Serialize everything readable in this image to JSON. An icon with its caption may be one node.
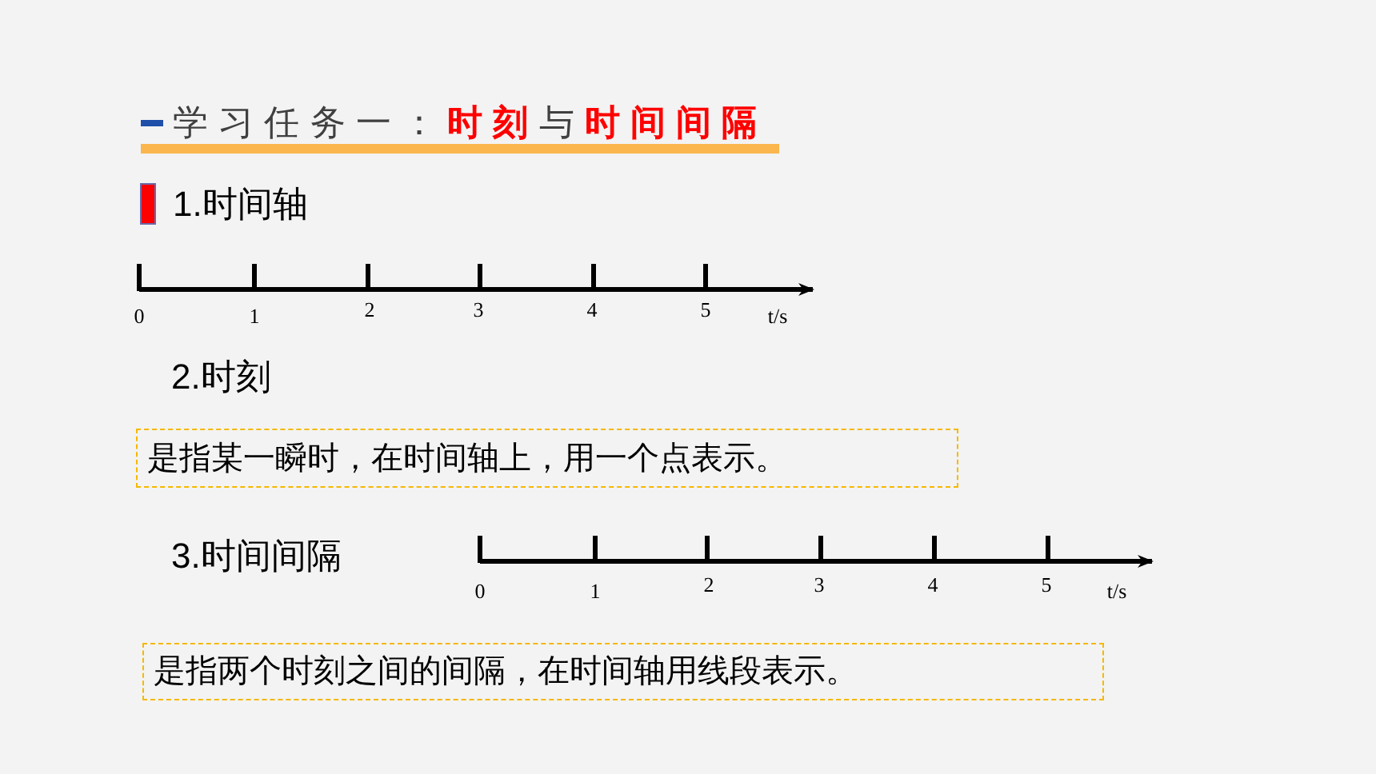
{
  "diagram": {
    "title": "学习任务一：**时刻**与**时间间隔**",
    "nodes": [
      {
        "text": [
          "是指某一瞬时，在时间轴上，用一个点表示。"
        ]
      },
      {
        "text": [
          "是指两个时刻之间的间隔，在时间轴用线段表示。"
        ]
      }
    ],
    "labels": [
      "1.时间轴",
      "0",
      "1",
      "2",
      "3",
      "4",
      "5",
      "t/s",
      "2.时刻",
      "3.时间间隔",
      "0",
      "1",
      "2",
      "3",
      "4",
      "5",
      "t/s"
    ]
  }
}
